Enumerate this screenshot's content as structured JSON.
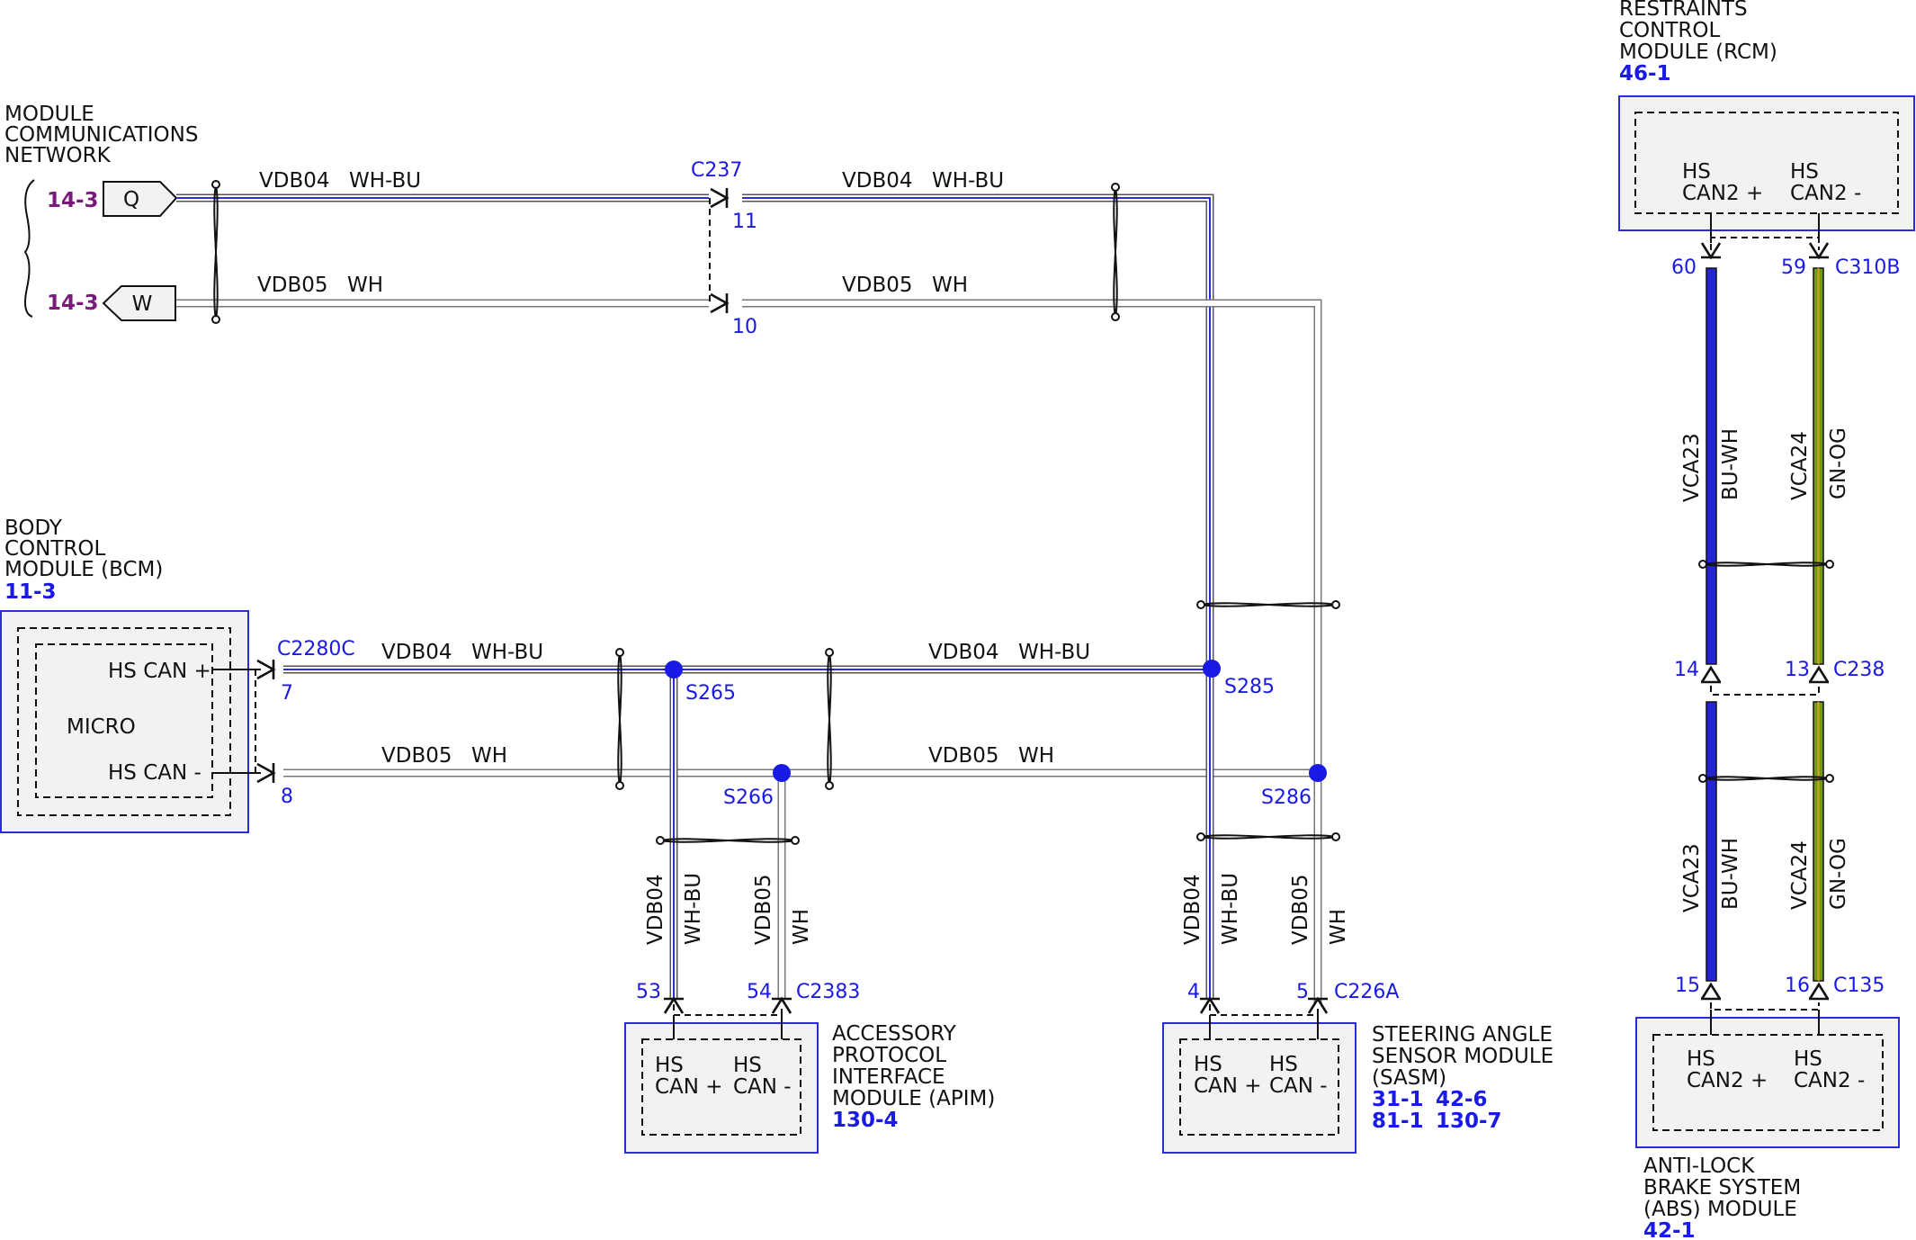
{
  "colors": {
    "module_border": "#2b2bd9",
    "pin_text": "#1a1ae6",
    "page_ref_purple": "#7a1a7a",
    "wire_blue": "#2b2bd9",
    "wire_green": "#6f9a1e",
    "wire_orange": "#d9a21e",
    "splice_dot": "#1a1ae6"
  },
  "network": {
    "title_lines": [
      "MODULE",
      "COMMUNICATIONS",
      "NETWORK"
    ],
    "conn_q": {
      "page_ref": "14-3",
      "letter": "Q"
    },
    "conn_w": {
      "page_ref": "14-3",
      "letter": "W"
    }
  },
  "wires": {
    "vdb04": "VDB04",
    "wh_bu": "WH-BU",
    "vdb05": "VDB05",
    "wh": "WH",
    "vca23": "VCA23",
    "bu_wh": "BU-WH",
    "vca24": "VCA24",
    "gn_og": "GN-OG"
  },
  "connectors": {
    "c237": {
      "name": "C237",
      "pin_a": "11",
      "pin_b": "10"
    },
    "c2280c": {
      "name": "C2280C",
      "pin_a": "7",
      "pin_b": "8"
    },
    "c2383": {
      "name": "C2383",
      "pin_a": "53",
      "pin_b": "54"
    },
    "c226a": {
      "name": "C226A",
      "pin_a": "4",
      "pin_b": "5"
    },
    "c310b": {
      "name": "C310B",
      "pin_a": "60",
      "pin_b": "59"
    },
    "c238": {
      "name": "C238",
      "pin_a": "14",
      "pin_b": "13"
    },
    "c135": {
      "name": "C135",
      "pin_a": "15",
      "pin_b": "16"
    }
  },
  "splices": {
    "s265": "S265",
    "s266": "S266",
    "s285": "S285",
    "s286": "S286"
  },
  "bcm": {
    "title_lines": [
      "BODY",
      "CONTROL",
      "MODULE (BCM)"
    ],
    "ref": "11-3",
    "pin_plus": "HS CAN +",
    "pin_minus": "HS CAN -",
    "inner": "MICRO"
  },
  "rcm": {
    "title_lines": [
      "RESTRAINTS",
      "CONTROL",
      "MODULE (RCM)"
    ],
    "ref": "46-1",
    "pin_plus": [
      "HS",
      "CAN2 +"
    ],
    "pin_minus": [
      "HS",
      "CAN2 -"
    ]
  },
  "apim": {
    "title_lines": [
      "ACCESSORY",
      "PROTOCOL",
      "INTERFACE",
      "MODULE (APIM)"
    ],
    "ref": "130-4",
    "pin_plus": [
      "HS",
      "CAN +"
    ],
    "pin_minus": [
      "HS",
      "CAN -"
    ]
  },
  "sasm": {
    "title_lines": [
      "STEERING ANGLE",
      "SENSOR MODULE",
      "(SASM)"
    ],
    "refs": [
      "31-1",
      "42-6",
      "81-1",
      "130-7"
    ],
    "pin_plus": [
      "HS",
      "CAN +"
    ],
    "pin_minus": [
      "HS",
      "CAN -"
    ]
  },
  "abs": {
    "title_lines": [
      "ANTI-LOCK",
      "BRAKE SYSTEM",
      "(ABS) MODULE"
    ],
    "ref": "42-1",
    "pin_plus": [
      "HS",
      "CAN2 +"
    ],
    "pin_minus": [
      "HS",
      "CAN2 -"
    ]
  }
}
